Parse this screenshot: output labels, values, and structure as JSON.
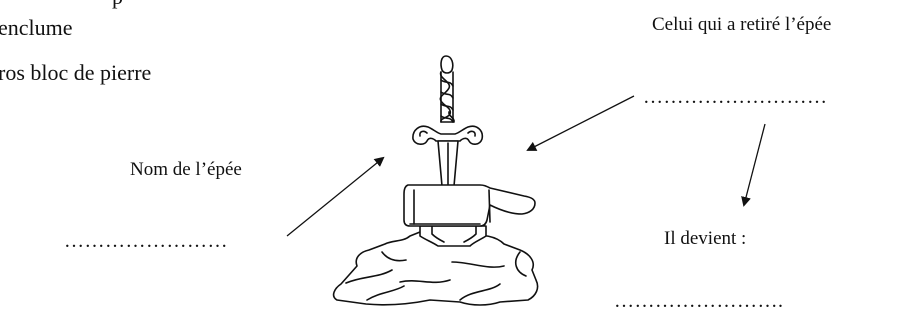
{
  "left_text": {
    "line1": "enclume",
    "line2": "ros bloc de pierre"
  },
  "labels": {
    "sword_name": "Nom de l’épée",
    "who_pulled": "Celui qui a retiré l’épée",
    "becomes": "Il devient :"
  },
  "blanks": {
    "sword_name": "……………………",
    "who_pulled": "………………………",
    "becomes": "……………………."
  },
  "illustration": {
    "subject": "sword-in-anvil-on-stone",
    "line_color": "#111111"
  }
}
